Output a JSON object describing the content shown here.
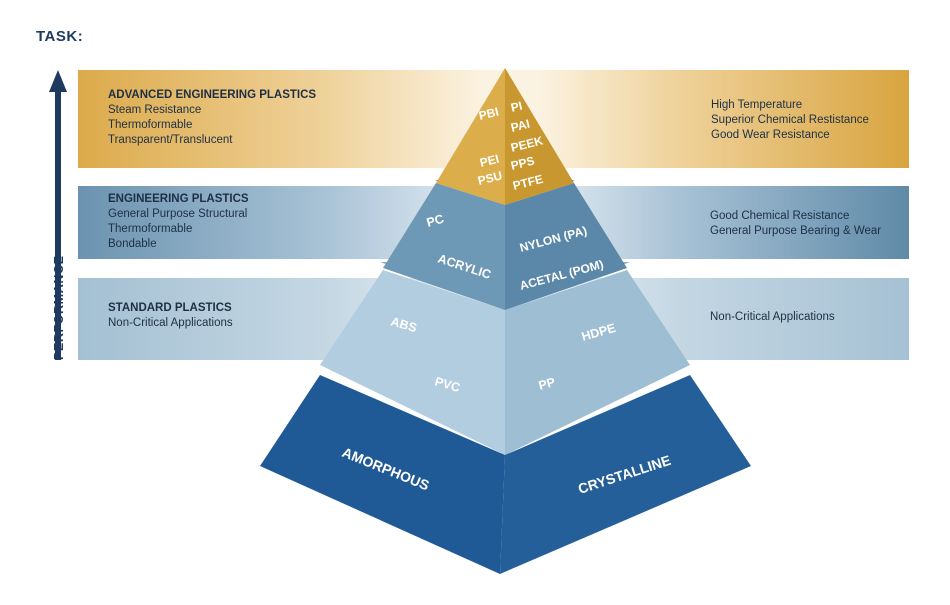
{
  "task_label": "TASK:",
  "axis_label": "PERFORMANCE",
  "bands": {
    "advanced": {
      "title": "ADVANCED ENGINEERING PLASTICS",
      "left_lines": [
        "Steam Resistance",
        "Thermoformable",
        "Transparent/Translucent"
      ],
      "right_lines": [
        "High Temperature",
        "Superior Chemical Restistance",
        "Good Wear Resistance"
      ]
    },
    "engineering": {
      "title": "ENGINEERING PLASTICS",
      "left_lines": [
        "General Purpose Structural",
        "Thermoformable",
        "Bondable"
      ],
      "right_lines": [
        "Good Chemical Resistance",
        "General Purpose Bearing & Wear"
      ]
    },
    "standard": {
      "title": "STANDARD PLASTICS",
      "left_lines": [
        "Non-Critical Applications"
      ],
      "right_lines": [
        "Non-Critical Applications"
      ]
    }
  },
  "pyramid": {
    "top_left": [
      "PBI",
      "PEI",
      "PSU"
    ],
    "top_right": [
      "PI",
      "PAI",
      "PEEK",
      "PPS",
      "PTFE"
    ],
    "eng_left": [
      "PC",
      "ACRYLIC"
    ],
    "eng_right": [
      "NYLON (PA)",
      "ACETAL (POM)"
    ],
    "std_left": [
      "ABS",
      "PVC"
    ],
    "std_right": [
      "HDPE",
      "PP"
    ],
    "base_left": "AMORPHOUS",
    "base_right": "CRYSTALLINE"
  },
  "colors": {
    "gold": "#d7a63f",
    "steel_blue": "#5f8cad",
    "light_blue": "#a7c4d8",
    "dark_blue": "#1f5996",
    "axis": "#1f3a5f"
  }
}
